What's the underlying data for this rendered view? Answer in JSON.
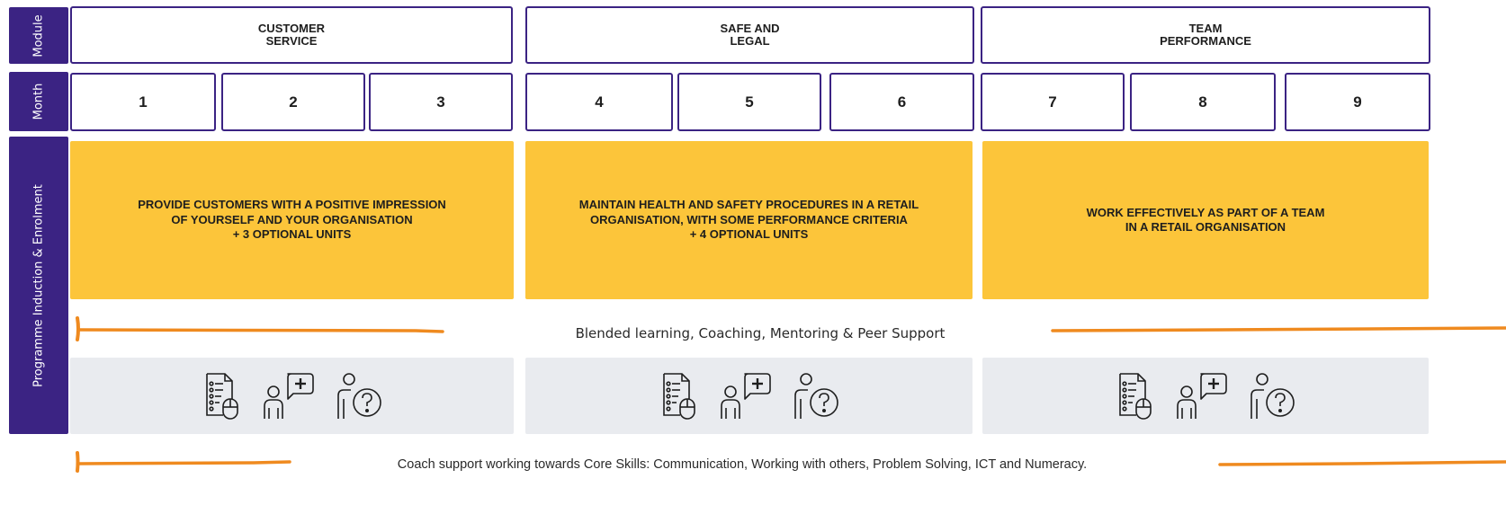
{
  "side_labels": {
    "module": "Module",
    "month": "Month",
    "programme": "Programme Induction & Enrolment"
  },
  "modules": [
    {
      "label": "CUSTOMER\nSERVICE"
    },
    {
      "label": "SAFE AND\nLEGAL"
    },
    {
      "label": "TEAM\nPERFORMANCE"
    }
  ],
  "months": [
    "1",
    "2",
    "3",
    "4",
    "5",
    "6",
    "7",
    "8",
    "9"
  ],
  "units": [
    {
      "text": "PROVIDE CUSTOMERS WITH A POSITIVE IMPRESSION\nOF YOURSELF AND YOUR ORGANISATION\n+ 3 OPTIONAL UNITS"
    },
    {
      "text": "MAINTAIN HEALTH AND SAFETY PROCEDURES IN A RETAIL\nORGANISATION, WITH SOME PERFORMANCE CRITERIA\n+ 4 OPTIONAL UNITS"
    },
    {
      "text": "WORK EFFECTIVELY AS PART OF A TEAM\nIN A RETAIL ORGANISATION"
    }
  ],
  "icons": [
    "checklist-mouse-icon",
    "coach-plus-icon",
    "person-question-icon"
  ],
  "blended_caption": "Blended learning, Coaching, Mentoring & Peer Support",
  "coach_caption": "Coach support working towards Core Skills: Communication, Working with others, Problem Solving, ICT and Numeracy.",
  "colors": {
    "purple": "#3b2383",
    "yellow": "#fcc53a",
    "grey": "#e9ebef",
    "orange": "#ef8a1f"
  }
}
